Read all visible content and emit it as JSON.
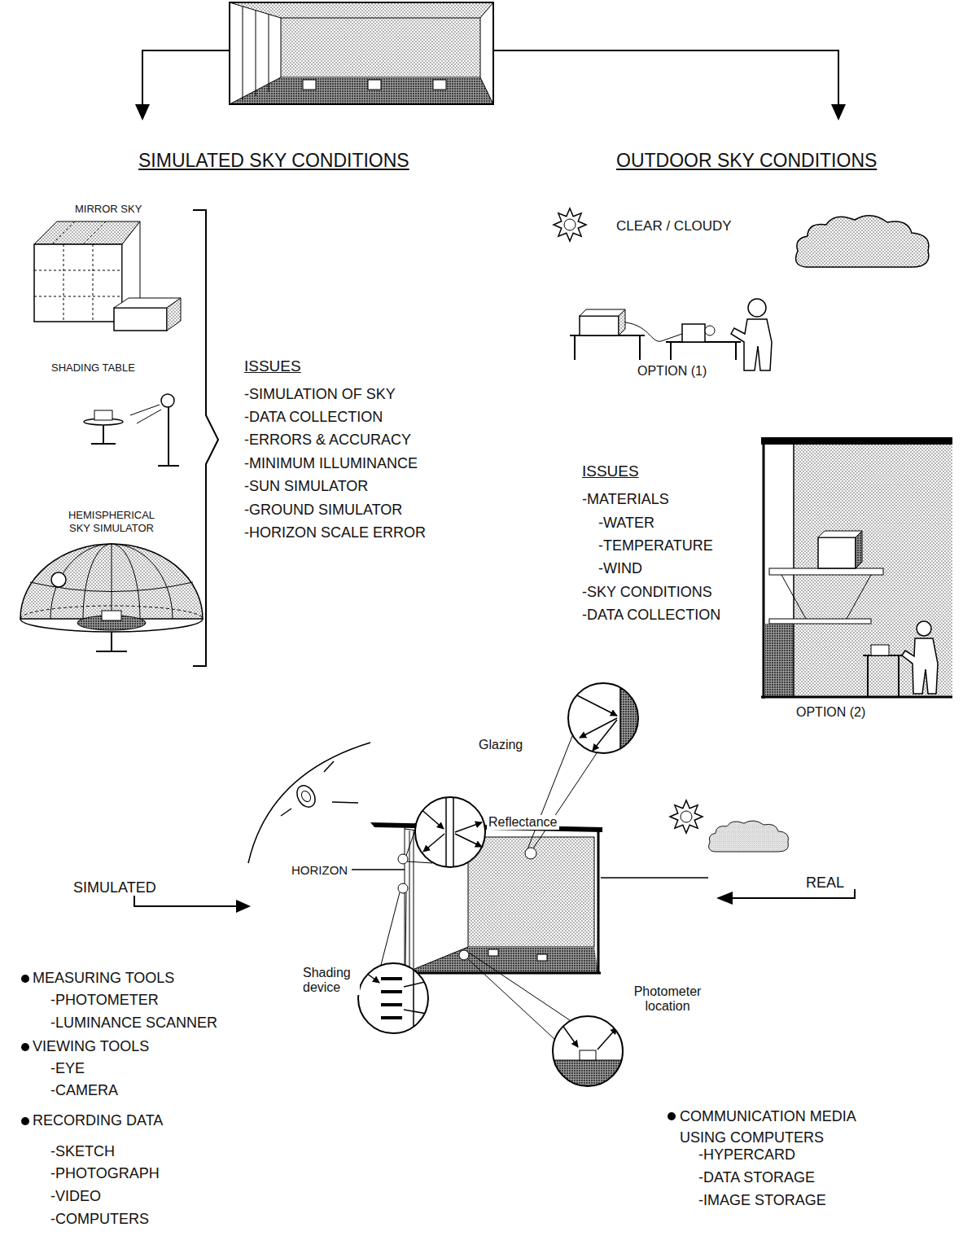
{
  "diagram": {
    "nodes": [
      {
        "text": [
          "Glazing"
        ]
      },
      {
        "text": [
          "Reflectance"
        ]
      },
      {
        "text": [
          "Shading device"
        ]
      },
      {
        "text": [
          "Photometer location"
        ]
      }
    ],
    "labels": [
      "SIMULATED SKY CONDITIONS",
      "OUTDOOR SKY CONDITIONS",
      "MIRROR SKY",
      "SHADING TABLE",
      "HEMISPHERICAL SKY SIMULATOR",
      "ISSUES",
      "-SIMULATION OF SKY",
      "-DATA COLLECTION",
      "-ERRORS & ACCURACY",
      "-MINIMUM ILLUMINANCE",
      "-SUN SIMULATOR",
      "-GROUND SIMULATOR",
      "-HORIZON SCALE ERROR",
      "CLEAR / CLOUDY",
      "OPTION (1)",
      "ISSUES",
      "-MATERIALS",
      "-WATER",
      "-TEMPERATURE",
      "-WIND",
      "-SKY CONDITIONS",
      "-DATA COLLECTION",
      "OPTION (2)",
      "HORIZON",
      "SIMULATED",
      "REAL",
      "MEASURING TOOLS",
      "-PHOTOMETER",
      "-LUMINANCE SCANNER",
      "VIEWING TOOLS",
      "-EYE",
      "-CAMERA",
      "RECORDING DATA",
      "-SKETCH",
      "-PHOTOGRAPH",
      "-VIDEO",
      "-COMPUTERS",
      "COMMUNICATION MEDIA USING COMPUTERS",
      "-HYPERCARD",
      "-DATA STORAGE",
      "-IMAGE STORAGE"
    ]
  }
}
